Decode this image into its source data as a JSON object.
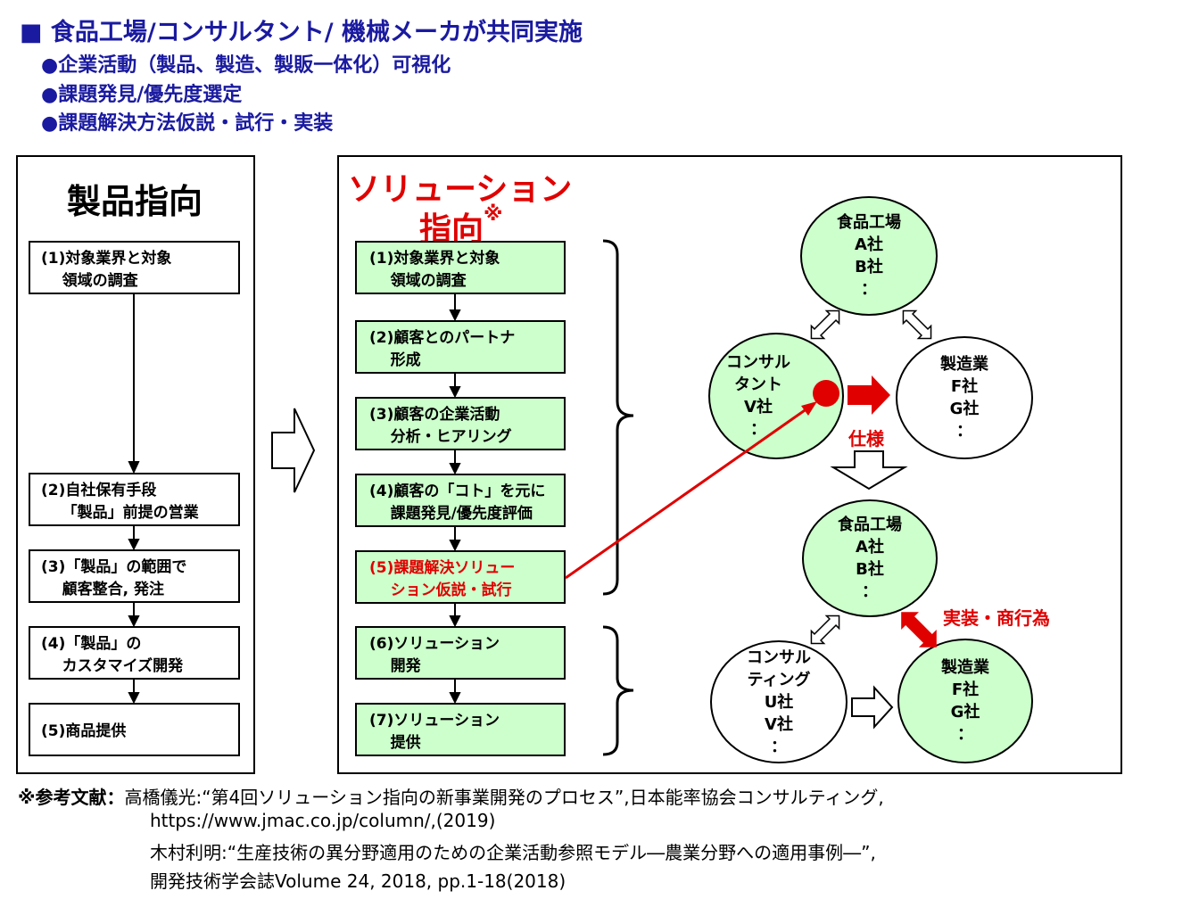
{
  "header": {
    "title": "■ 食品工場/コンサルタント/ 機械メーカが共同実施",
    "bullets": [
      "●企業活動（製品、製造、製販一体化）可視化",
      "●課題発見/優先度選定",
      "●課題解決方法仮説・試行・実装"
    ]
  },
  "left_panel": {
    "title": "製品指向",
    "steps": [
      "(1)対象業界と対象\n    領域の調査",
      "(2)自社保有手段\n    「製品」前提の営業",
      "(3)「製品」の範囲で\n    顧客整合, 発注",
      "(4)「製品」の\n    カスタマイズ開発",
      "(5)商品提供"
    ]
  },
  "right_panel": {
    "title_line1": "ソリューション",
    "title_line2": "指向",
    "title_mark": "※",
    "steps": [
      "(1)対象業界と対象\n    領域の調査",
      "(2)顧客とのパートナ\n    形成",
      "(3)顧客の企業活動\n    分析・ヒアリング",
      "(4)顧客の「コト」を元に\n    課題発見/優先度評価",
      "(5)課題解決ソリュー\n    ション仮説・試行",
      "(6)ソリューション\n    開発",
      "(7)ソリューション\n    提供"
    ],
    "circles_top": {
      "food": "食品工場\nA社\nB社\n：",
      "consultant": "コンサル\nタント\nV社\n：",
      "maker": "製造業\nF社\nG社\n："
    },
    "circles_bottom": {
      "food": "食品工場\nA社\nB社\n：",
      "consulting": "コンサル\nティング\nU社\nV社\n：",
      "maker": "製造業\nF社\nG社\n："
    },
    "label_spec": "仕様",
    "label_impl": "実装・商行為",
    "colors": {
      "green": "#ccffcc",
      "red": "#e00000"
    }
  },
  "references": {
    "prefix": "※参考文献：",
    "ref1_text": "高橋儀光:“第4回ソリューション指向の新事業開発のプロセス”,日本能率協会コンサルティング,",
    "ref1_url": "https://www.jmac.co.jp/column/,(2019)",
    "ref2_text": "木村利明:“生産技術の異分野適用のための企業活動参照モデル―農業分野への適用事例―”,",
    "ref2_journal": "開発技術学会誌Volume 24, 2018, pp.1-18(2018)"
  }
}
